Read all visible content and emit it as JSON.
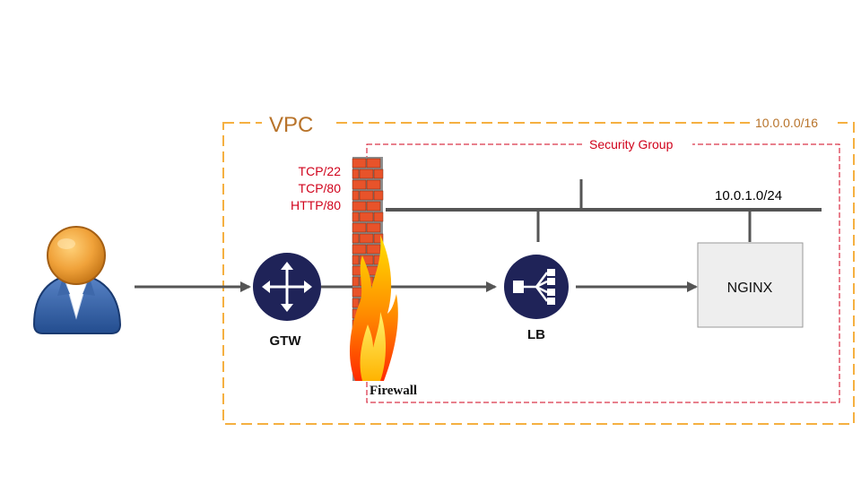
{
  "vpc": {
    "label": "VPC",
    "cidr": "10.0.0.0/16"
  },
  "security_group": {
    "label": "Security Group"
  },
  "subnet": {
    "cidr": "10.0.1.0/24"
  },
  "firewall": {
    "label": "Firewall",
    "rules": [
      "TCP/22",
      "TCP/80",
      "HTTP/80"
    ]
  },
  "nodes": {
    "user": {
      "icon": "user-icon"
    },
    "gateway": {
      "label": "GTW",
      "icon": "router-icon"
    },
    "load_balancer": {
      "label": "LB",
      "icon": "load-balancer-icon"
    },
    "server": {
      "label": "NGINX"
    }
  },
  "colors": {
    "vpc_border": "#f5b041",
    "vpc_text": "#b8732a",
    "security_group": "#d0021b",
    "node_navy": "#1f2358",
    "line": "#555555",
    "server_fill": "#eeeeee"
  }
}
